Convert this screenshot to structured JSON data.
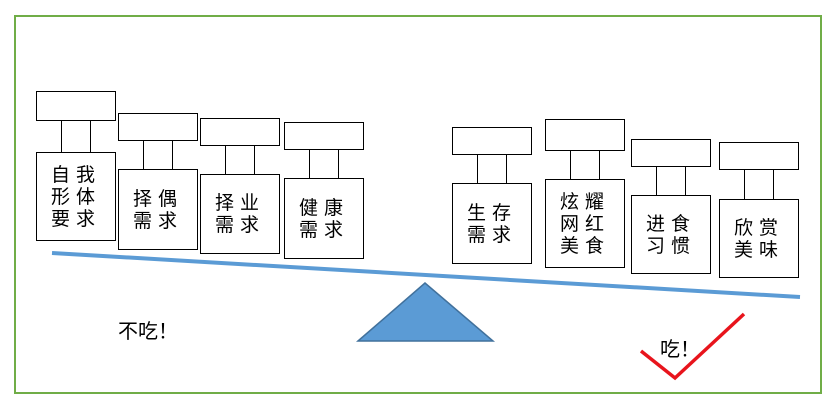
{
  "weights_left": [
    {
      "label": "自我\n形体\n要求"
    },
    {
      "label": "择偶\n需求"
    },
    {
      "label": "择业\n需求"
    },
    {
      "label": "健康\n需求"
    }
  ],
  "weights_right": [
    {
      "label": "生存\n需求"
    },
    {
      "label": "炫耀\n网红\n美食"
    },
    {
      "label": "进食\n习惯"
    },
    {
      "label": "欣赏\n美味"
    }
  ],
  "verdict_left": "不吃！",
  "verdict_right": "吃！",
  "colors": {
    "frame": "#70ad47",
    "beam": "#5b9bd5",
    "fulcrum": "#5b9bd5",
    "check": "#e8141c"
  }
}
